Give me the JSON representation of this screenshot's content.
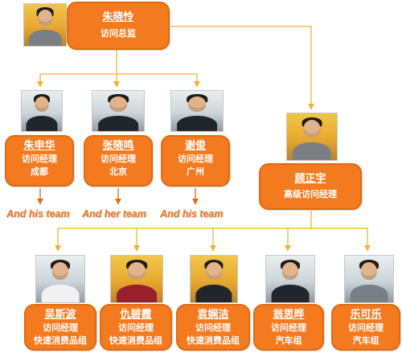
{
  "org_chart": {
    "director": {
      "name": "朱晓怜",
      "title": "访问总监"
    },
    "managers": [
      {
        "name": "朱申华",
        "title": "访问经理",
        "location": "成都",
        "team_label": "And his team"
      },
      {
        "name": "张晓鸣",
        "title": "访问经理",
        "location": "北京",
        "team_label": "And her team"
      },
      {
        "name": "谢俊",
        "title": "访问经理",
        "location": "广州",
        "team_label": "And his team"
      }
    ],
    "senior_manager": {
      "name": "顾正宇",
      "title": "高级访问经理"
    },
    "group_managers": [
      {
        "name": "吴斯波",
        "title": "访问经理",
        "group": "快速消费品组"
      },
      {
        "name": "仇碧霞",
        "title": "访问经理",
        "group": "快速消费品组"
      },
      {
        "name": "袁娴洁",
        "title": "访问经理",
        "group": "快速消费品组"
      },
      {
        "name": "翁思晔",
        "title": "访问经理",
        "group": "汽车组"
      },
      {
        "name": "乐可乐",
        "title": "访问经理",
        "group": "汽车组"
      }
    ]
  },
  "colors": {
    "accent": "#f47a20",
    "connector": "#f2b233",
    "card_border": "#e06a10"
  }
}
